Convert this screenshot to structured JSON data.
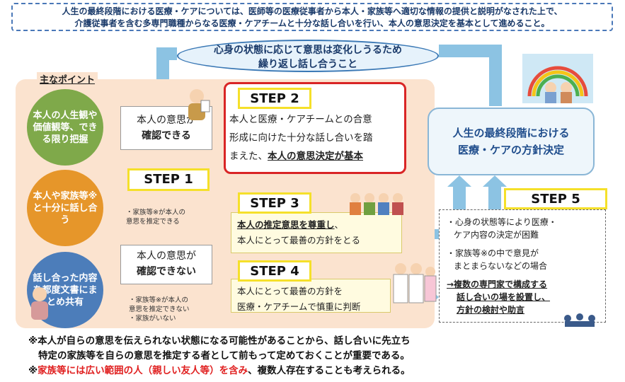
{
  "header_note": {
    "line1": "人生の最終段階における医療・ケアについては、医師等の医療従事者から本人・家族等へ適切な情報の提供と説明がなされた上で、",
    "line2": "介護従事者を含む多専門職種からなる医療・ケアチームと十分な話し合いを行い、本人の意思決定を基本として進めること。"
  },
  "loop_banner": {
    "line1": "心身の状態に応じて意思は変化しうるため",
    "line2": "繰り返し話し合うこと"
  },
  "main_points_label": "主なポイント",
  "circles": [
    {
      "text": "本人の人生観や価値観等、できる限り把握"
    },
    {
      "text": "本人や家族等※と十分に話し合う"
    },
    {
      "text": "話し合った内容を都度文書にまとめ共有"
    }
  ],
  "confirm_yes": {
    "line1": "本人の意思が",
    "line2": "確認できる"
  },
  "confirm_no": {
    "line1": "本人の意思が",
    "line2": "確認できない"
  },
  "note_step1": {
    "line1": "・家族等※が本人の",
    "line2": "意思を推定できる"
  },
  "note_step4": {
    "line1": "・家族等※が本人の",
    "line2": "意思を推定できない",
    "line3": "・家族がいない"
  },
  "steps": {
    "step1": "STEP 1",
    "step2": "STEP 2",
    "step3": "STEP 3",
    "step4": "STEP 4",
    "step5": "STEP 5"
  },
  "step2_text": {
    "line1": "本人と医療・ケアチームとの合意",
    "line2": "形成に向けた十分な話し合いを踏",
    "line3_prefix": "まえた、",
    "line3_em": "本人の意思決定が基本"
  },
  "step3_text": {
    "line1_em": "本人の推定意思を尊重し",
    "line1_suffix": "、",
    "line2": "本人にとって最善の方針をとる"
  },
  "step4_text": {
    "line1": "本人にとって最善の方針を",
    "line2": "医療・ケアチームで慎重に判断"
  },
  "decision": {
    "line1": "人生の最終段階における",
    "line2": "医療・ケアの方針決定"
  },
  "step5_items": {
    "item1_line1": "・心身の状態等により医療・",
    "item1_line2": "ケア内容の決定が困難",
    "item2_line1": "・家族等※の中で意見が",
    "item2_line2": "まとまらないなどの場合",
    "arrow_line1": "→複数の専門家で構成する",
    "arrow_line2": "話し合いの場を設置し、",
    "arrow_line3": "方針の検討や助言"
  },
  "bottom_notes": {
    "line1": "※本人が自らの意思を伝えられない状態になる可能性があることから、話し合いに先立ち",
    "line2": "特定の家族等を自らの意思を推定する者として前もって定めておくことが重要である。",
    "line3_prefix": "※",
    "line3_red": "家族等には広い範囲の人（親しい友人等）を含み",
    "line3_suffix": "、複数人存在することも考えられる。"
  },
  "colors": {
    "circle1": "#7fa94a",
    "circle2": "#e6962a",
    "circle3": "#4c7dba",
    "arrow": "#8cc3e3",
    "step_border": "#f5e02a",
    "step2_border": "#d92525"
  }
}
